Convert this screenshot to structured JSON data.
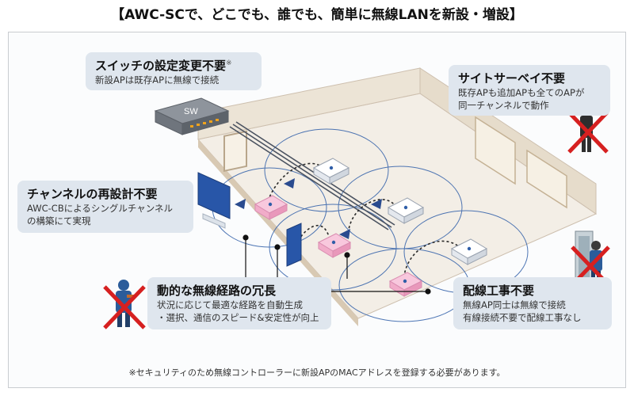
{
  "title": "【AWC-SCで、どこでも、誰でも、簡単に無線LANを新設・増設】",
  "boxes": {
    "switch": {
      "heading": "スイッチの設定変更不要",
      "mark": "※",
      "text": "新設APは既存APに無線で接続"
    },
    "survey": {
      "heading": "サイトサーベイ不要",
      "lines": [
        "既存APも追加APも全てのAPが",
        "同一チャンネルで動作"
      ]
    },
    "channel": {
      "heading": "チャンネルの再設計不要",
      "lines": [
        "AWC-CBによるシングルチャンネル",
        "の構築にて実現"
      ]
    },
    "redundancy": {
      "heading": "動的な無線経路の冗長",
      "lines": [
        "状況に応じて最適な経路を自動生成",
        "・選択、通信のスピード&安定性が向上"
      ]
    },
    "wiring": {
      "heading": "配線工事不要",
      "lines": [
        "無線AP同士は無線で接続",
        "有線接続不要で配線工事なし"
      ]
    }
  },
  "switch_label": "SW",
  "footnote": "※セキュリティのため無線コントローラーに新設APのMACアドレスを登録する必要があります。",
  "colors": {
    "box_bg": "#dfe6ee",
    "ap_existing": "#ffffff",
    "ap_new": "#f4b6d2",
    "wifi_ring": "#2f5ea8",
    "link_arrow": "#2a4b8f",
    "cross": "#d62020",
    "floor": "#f3eee6",
    "wall": "#ece4d6"
  }
}
